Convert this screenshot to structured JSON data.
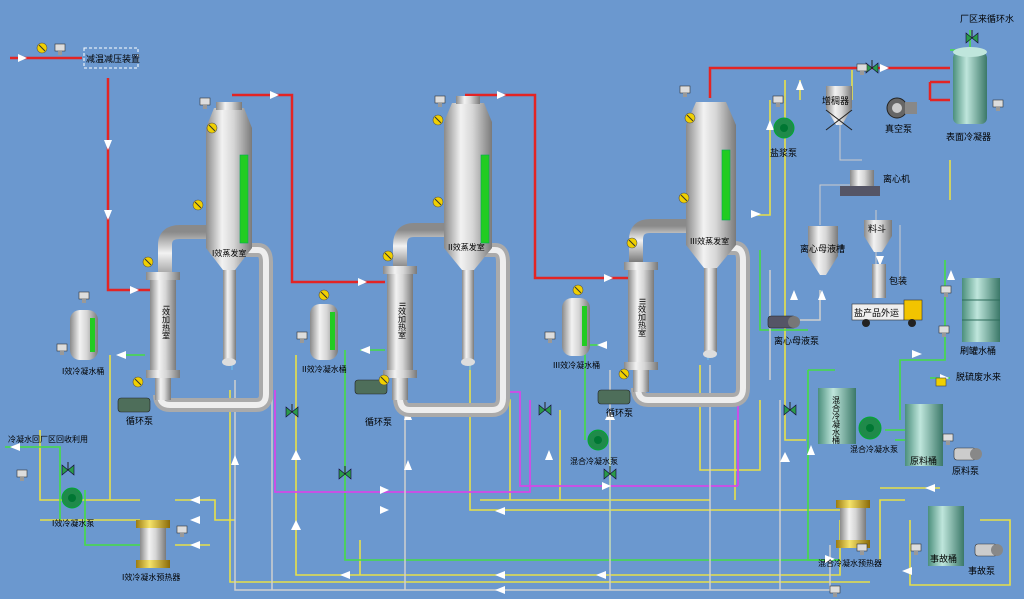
{
  "labels": {
    "desuperheater": "减温减压装置",
    "plant_cooling_water": "厂区来循环水",
    "condenser": "表面冷凝器",
    "vacuum_pump": "真空泵",
    "thickener": "增稠器",
    "salt_pump": "盐浆泵",
    "centrifuge": "离心机",
    "hopper": "料斗",
    "mother_tank": "离心母液槽",
    "packing": "包装",
    "salt_truck": "盐产品外运",
    "mother_pump": "离心母液泵",
    "brush_tank": "刷罐水桶",
    "desulfur_water": "脱硫废水来",
    "raw_tank": "原料桶",
    "raw_pump": "原料泵",
    "accident_tank": "事故桶",
    "accident_pump": "事故泵",
    "recovery_water": "冷凝水回厂区回收利用",
    "cw1_pump": "I效冷凝水泵",
    "cw1_hx": "I效冷凝水预热器",
    "mixed_hx": "混合冷凝水预热器",
    "mixed_pump": "混合冷凝水泵",
    "mixed_tank": "混合冷凝水桶",
    "circ_pump_1": "循环泵",
    "circ_pump_2": "循环泵",
    "circ_pump_3": "循环泵",
    "cw_tank_1": "I效冷凝水桶",
    "cw_tank_2": "II效冷凝水桶",
    "cw_tank_3": "III效冷凝水桶",
    "evap_1": "I效蒸发室",
    "evap_2": "II效蒸发室",
    "evap_3": "III效蒸发室",
    "heater_1": "I效加热室",
    "heater_2": "II效加热室",
    "heater_3": "III效加热室",
    "cond_pump_3": "混合冷凝水泵"
  },
  "colors": {
    "steam": "#e32424",
    "condensate": "#e8e048",
    "cooling_water": "#44dd44",
    "mother_liquor": "#d448e8",
    "brine": "#cccccc",
    "vessel": "#c0c0c0",
    "level": "#22cc22",
    "pump": "#1f8a4a"
  },
  "icons": [
    "flow-arrow-icon",
    "transmitter-icon",
    "valve-icon",
    "pump-icon",
    "truck-icon"
  ]
}
